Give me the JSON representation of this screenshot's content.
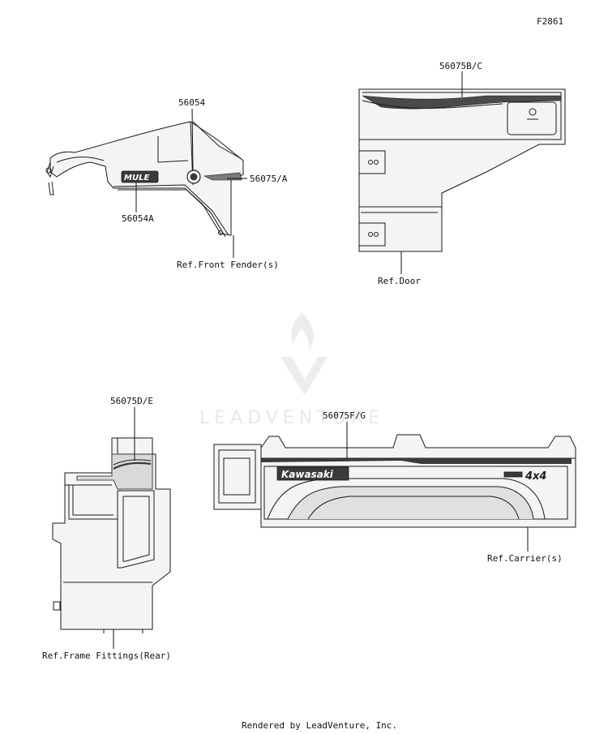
{
  "figure_code": "F2861",
  "callouts": {
    "p56054": "56054",
    "p56054A": "56054A",
    "p56075A": "56075/A",
    "p56075BC": "56075B/C",
    "p56075DE": "56075D/E",
    "p56075FG": "56075F/G"
  },
  "refs": {
    "front_fender": "Ref.Front Fender(s)",
    "door": "Ref.Door",
    "frame_fittings": "Ref.Frame Fittings(Rear)",
    "carrier": "Ref.Carrier(s)"
  },
  "decal_text": {
    "mule": "MULE",
    "kawasaki": "Kawasaki",
    "four_by_four": "4x4"
  },
  "watermark": "LEADVENTURE",
  "footer": "Rendered by LeadVenture, Inc."
}
